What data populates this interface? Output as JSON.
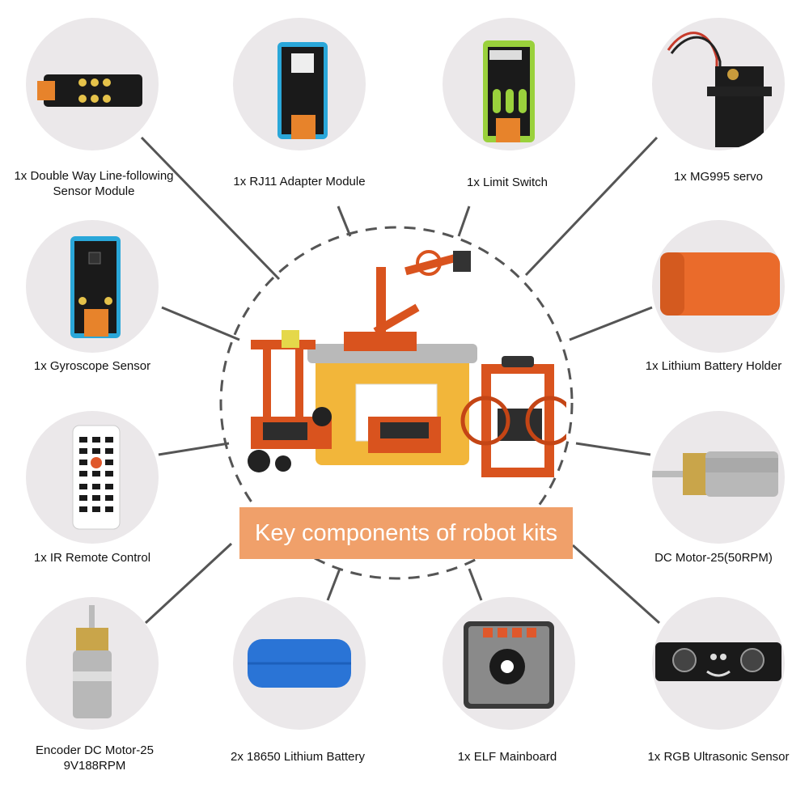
{
  "title": "Key components of robot kits",
  "colors": {
    "banner": "#f0a06a",
    "circle": "#ebe8ea",
    "connector": "#555555",
    "robot_orange": "#d9531e",
    "box_yellow": "#f2b63a"
  },
  "components": [
    {
      "id": "line-following-sensor",
      "label": "1x Double Way Line-following\nSensor Module",
      "icon": "line-sensor-icon"
    },
    {
      "id": "rj11-adapter",
      "label": "1x RJ11 Adapter Module",
      "icon": "rj11-module-icon"
    },
    {
      "id": "limit-switch",
      "label": "1x Limit Switch",
      "icon": "limit-switch-icon"
    },
    {
      "id": "mg995-servo",
      "label": "1x MG995 servo",
      "icon": "servo-icon"
    },
    {
      "id": "gyroscope-sensor",
      "label": "1x Gyroscope Sensor",
      "icon": "gyroscope-icon"
    },
    {
      "id": "battery-holder",
      "label": "1x Lithium Battery Holder",
      "icon": "battery-holder-icon"
    },
    {
      "id": "ir-remote",
      "label": "1x IR Remote Control",
      "icon": "ir-remote-icon"
    },
    {
      "id": "dc-motor",
      "label": "DC Motor-25(50RPM)",
      "icon": "dc-motor-icon"
    },
    {
      "id": "encoder-motor",
      "label": "Encoder DC Motor-25\n9V188RPM",
      "icon": "encoder-motor-icon"
    },
    {
      "id": "lithium-battery",
      "label": "2x 18650 Lithium Battery",
      "icon": "battery-icon"
    },
    {
      "id": "elf-mainboard",
      "label": "1x ELF Mainboard",
      "icon": "mainboard-icon"
    },
    {
      "id": "ultrasonic-sensor",
      "label": "1x RGB Ultrasonic Sensor",
      "icon": "ultrasonic-icon"
    }
  ]
}
